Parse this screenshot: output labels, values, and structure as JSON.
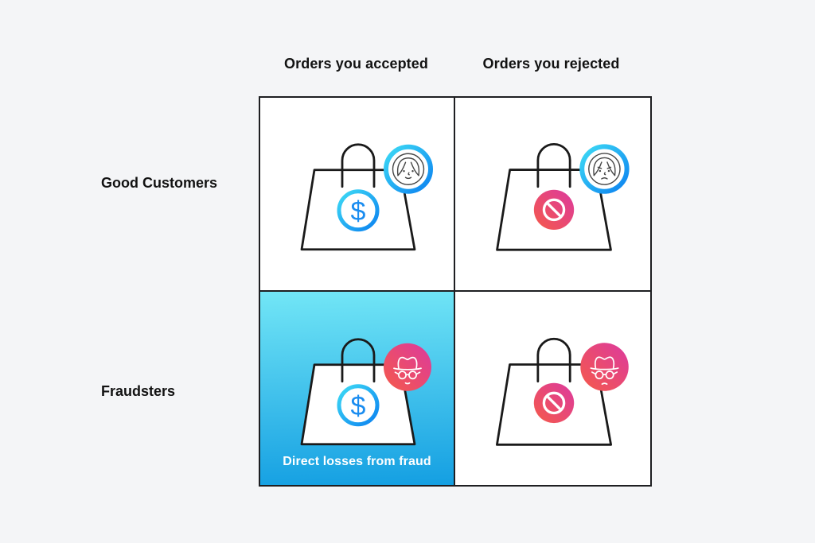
{
  "matrix": {
    "column_headers": [
      {
        "label": "Orders you accepted"
      },
      {
        "label": "Orders you rejected"
      }
    ],
    "row_headers": [
      {
        "label": "Good Customers"
      },
      {
        "label": "Fraudsters"
      }
    ],
    "cells": [
      {
        "row": "Good Customers",
        "column": "Orders you accepted",
        "icons": [
          "shopping-bag",
          "dollar-badge",
          "customer-happy-badge"
        ],
        "caption": "",
        "highlighted": false
      },
      {
        "row": "Good Customers",
        "column": "Orders you rejected",
        "icons": [
          "shopping-bag",
          "blocked-badge",
          "customer-sad-badge"
        ],
        "caption": "",
        "highlighted": false
      },
      {
        "row": "Fraudsters",
        "column": "Orders you accepted",
        "icons": [
          "shopping-bag",
          "dollar-badge",
          "fraudster-badge"
        ],
        "caption": "Direct losses from fraud",
        "highlighted": true
      },
      {
        "row": "Fraudsters",
        "column": "Orders you rejected",
        "icons": [
          "shopping-bag",
          "blocked-badge",
          "fraudster-sad-badge"
        ],
        "caption": "",
        "highlighted": false
      }
    ]
  },
  "colors": {
    "page_bg": "#f4f5f7",
    "grid_line": "#1e1f22",
    "cell_bg": "#ffffff",
    "highlight_top": "#72e6f6",
    "highlight_bottom": "#149fe2",
    "ring_blue_light": "#3edbf5",
    "ring_blue_dark": "#0c82f0",
    "badge_pink": "#dc399f",
    "badge_red": "#f55a49",
    "dollar_blue": "#1b8df0",
    "text_dark": "#121212",
    "caption_white": "#ffffff"
  }
}
